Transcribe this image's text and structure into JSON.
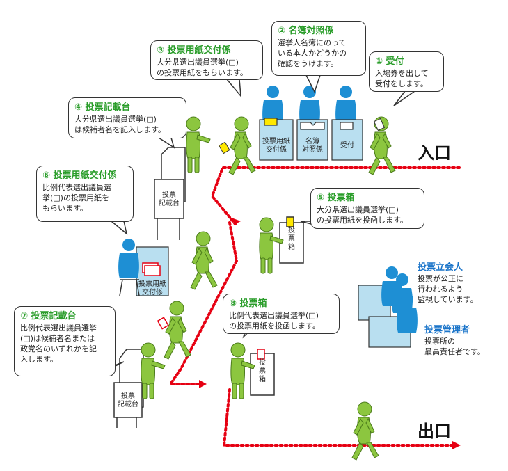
{
  "bubbles": {
    "s1": {
      "title": "① 受付",
      "body": "入場券を出して\n受付をします。"
    },
    "s2": {
      "title": "② 名簿対照係",
      "body": "選挙人名簿にのって\nいる本人かどうかの\n確認をうけます。"
    },
    "s3": {
      "title": "③ 投票用紙交付係",
      "body": "大分県選出議員選挙(□)\nの投票用紙をもらいます。"
    },
    "s4": {
      "title": "④ 投票記載台",
      "body": "大分県選出議員選挙(□)\nは候補者名を記入します。"
    },
    "s5": {
      "title": "⑤ 投票箱",
      "body": "大分県選出議員選挙(□)\nの投票用紙を投函します。"
    },
    "s6": {
      "title": "⑥ 投票用紙交付係",
      "body": "比例代表選出議員選\n挙(□)の投票用紙を\nもらいます。"
    },
    "s7": {
      "title": "⑦ 投票記載台",
      "body": "比例代表選出議員選挙\n(□)は候補者名または\n政党名のいずれかを記\n入します。"
    },
    "s8": {
      "title": "⑧ 投票箱",
      "body": "比例代表選出議員選挙(□)\nの投票用紙を投函します。"
    }
  },
  "labels": {
    "desk_issue": "投票用紙\n交付係",
    "desk_roster": "名簿\n対照係",
    "desk_reception": "受付",
    "booth": "投票\n記載台",
    "booth2": "投票\n記載台",
    "box": "投\n票\n箱",
    "box2": "投\n票\n箱",
    "desk_issue2": "投票用紙\n交付係"
  },
  "roles": {
    "witness_title": "投票立会人",
    "witness_desc": "投票が公正に\n行われるよう\n監視しています。",
    "manager_title": "投票管理者",
    "manager_desc": "投票所の\n最高責任者です。"
  },
  "entrance": "入口",
  "exit": "出口",
  "colors": {
    "person_green": "#8cc63f",
    "official_blue": "#1e8fd4",
    "path_red": "#e60012",
    "title_green": "#2a9d2a",
    "role_blue": "#1a74c9",
    "desk_blue": "#b9dff0",
    "paper_yellow": "#ffe800",
    "paper_red": "#e60012"
  }
}
